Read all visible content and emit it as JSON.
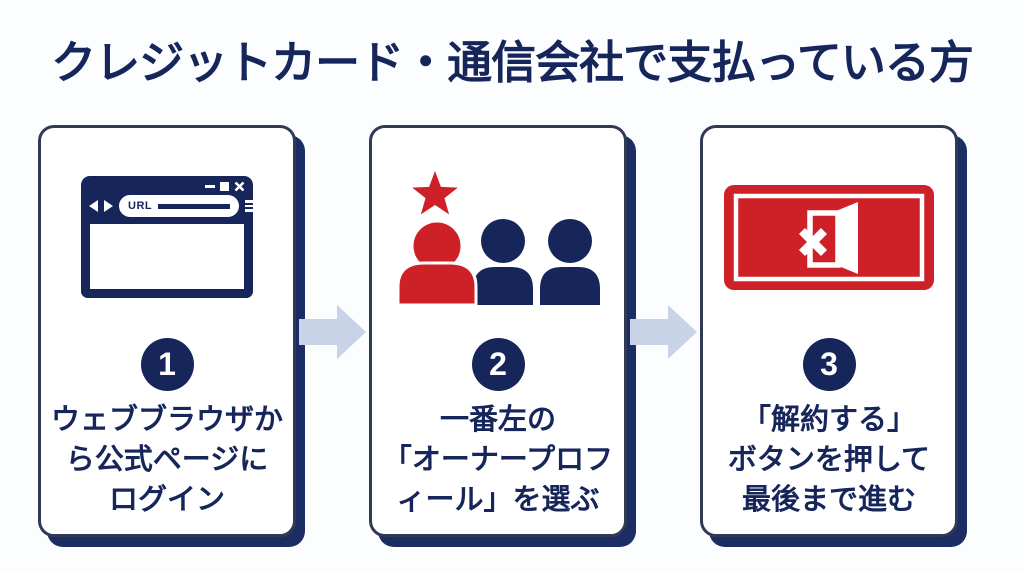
{
  "title": "クレジットカード・通信会社で支払っている方",
  "colors": {
    "navy": "#16265b",
    "red": "#ce2127",
    "arrow_blue": "#c9d3e8"
  },
  "steps": [
    {
      "number": "1",
      "icon": "browser-window-icon",
      "browser": {
        "url_label": "URL"
      },
      "lines": [
        "ウェブブラウザか",
        "ら公式ページに",
        "ログイン"
      ]
    },
    {
      "number": "2",
      "icon": "owner-profile-people-icon",
      "lines": [
        "一番左の",
        "「オーナープロフ",
        "ィール」を選ぶ"
      ]
    },
    {
      "number": "3",
      "icon": "cancel-button-exit-door-icon",
      "lines": [
        "「解約する」",
        "ボタンを押して",
        "最後まで進む"
      ]
    }
  ]
}
